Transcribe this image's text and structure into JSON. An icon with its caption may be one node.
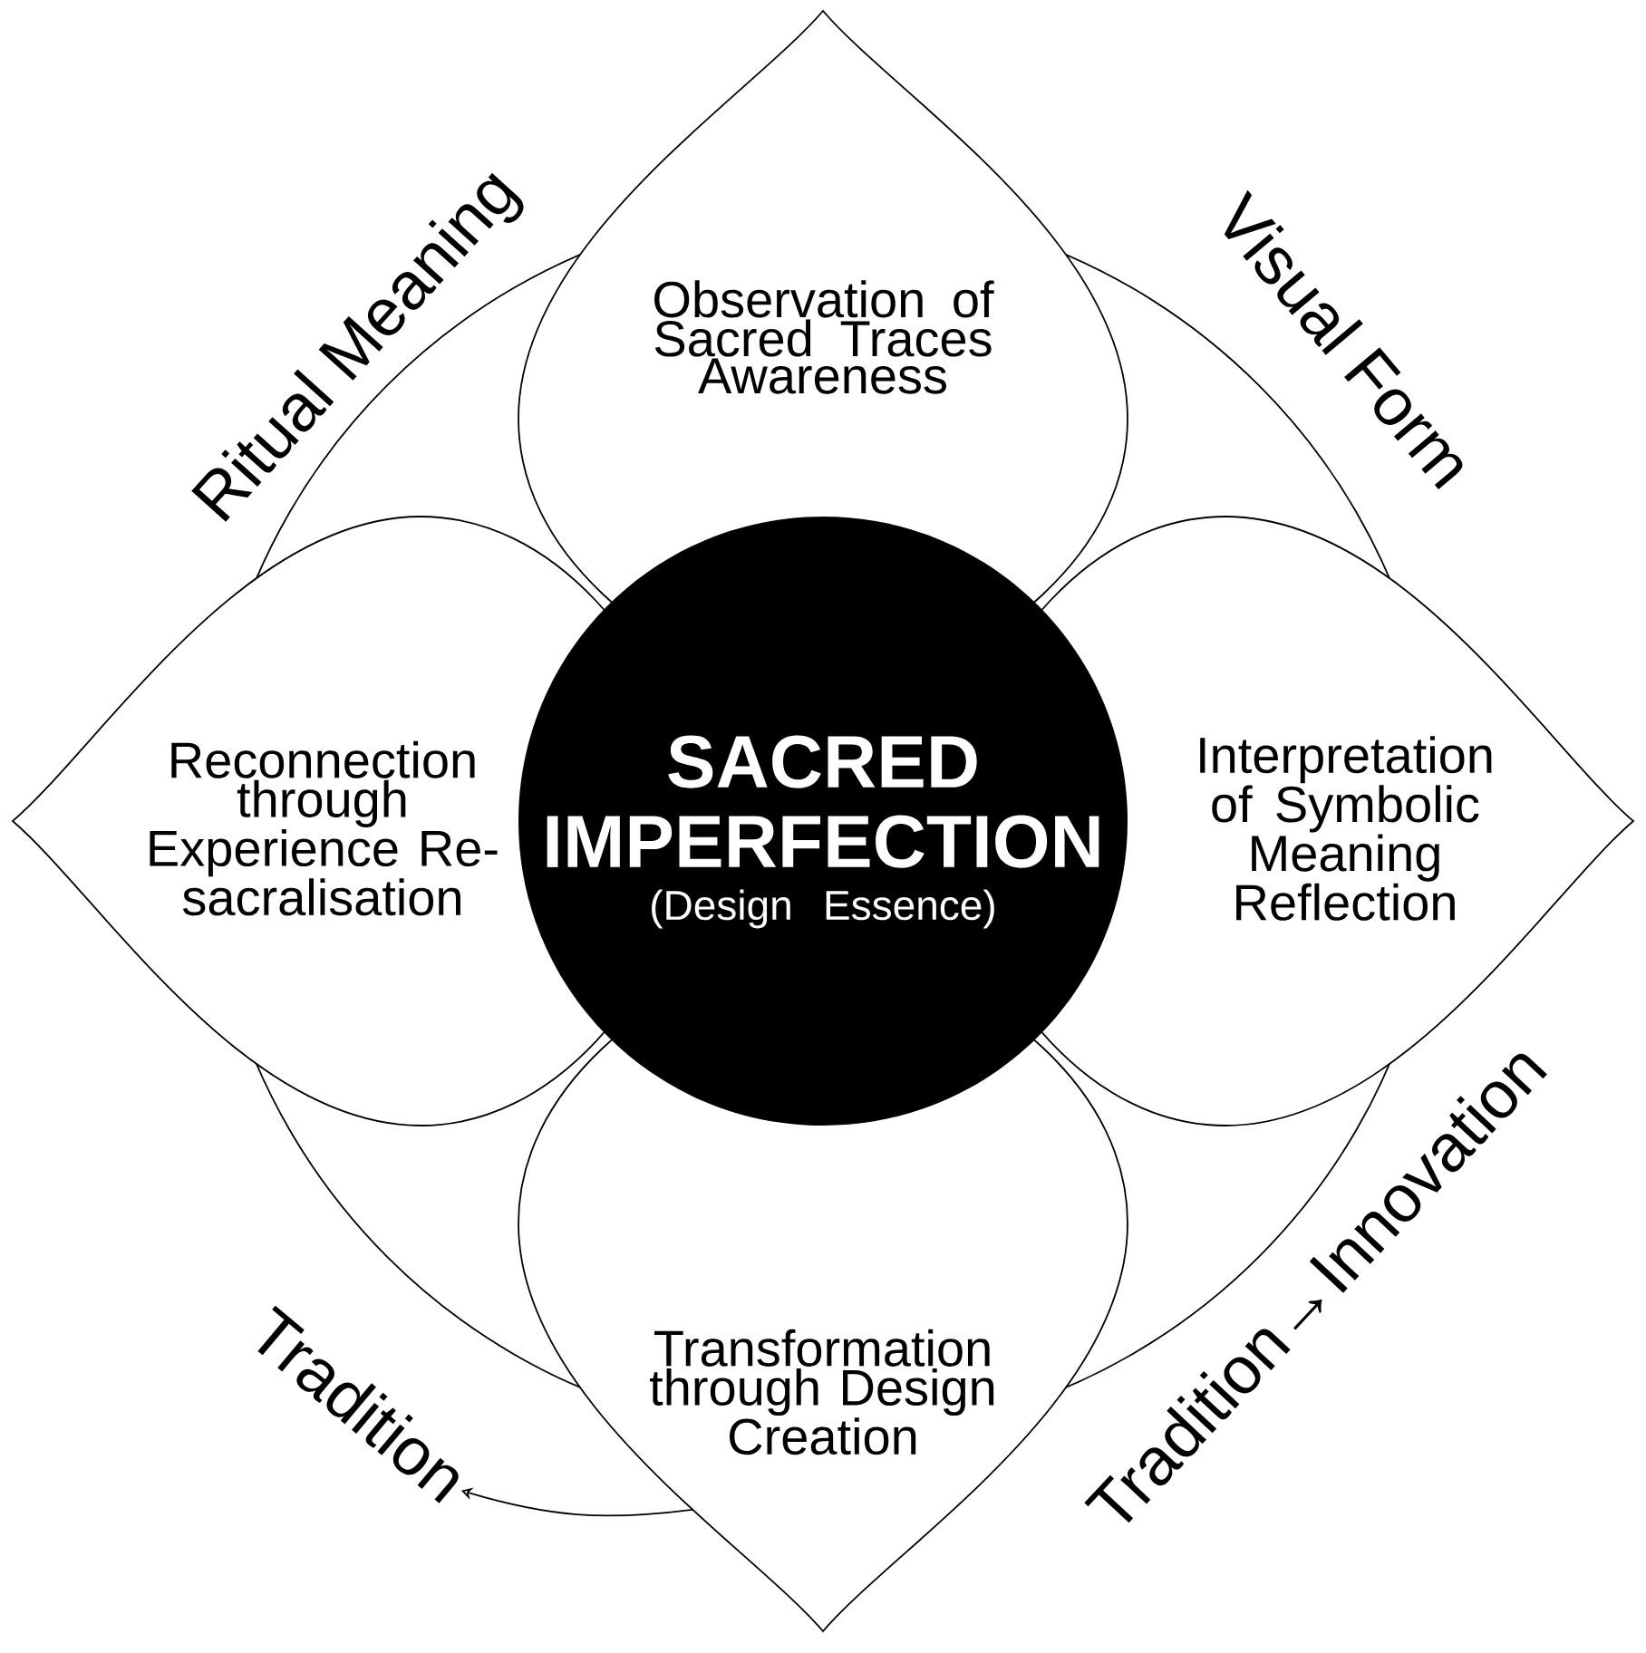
{
  "diagram": {
    "nodes": [
      {
        "text": [
          "Observation of Sacred Traces Awareness"
        ]
      },
      {
        "text": [
          "Reconnection through Experience Re-sacralisation"
        ]
      },
      {
        "text": [
          "SACRED IMPERFECTION",
          "(Design Essence)"
        ]
      },
      {
        "text": [
          "Interpretation of Symbolic Meaning Reflection"
        ]
      },
      {
        "text": [
          "Transformation through Design Creation"
        ]
      },
      {
        "text": [
          "Tradition"
        ]
      }
    ],
    "edges": [
      {
        "from": 4,
        "to": 5,
        "arrow": "to"
      }
    ],
    "labels": [
      "Ritual Meaning",
      "Visual Form",
      "Tradition→Innovation"
    ]
  }
}
